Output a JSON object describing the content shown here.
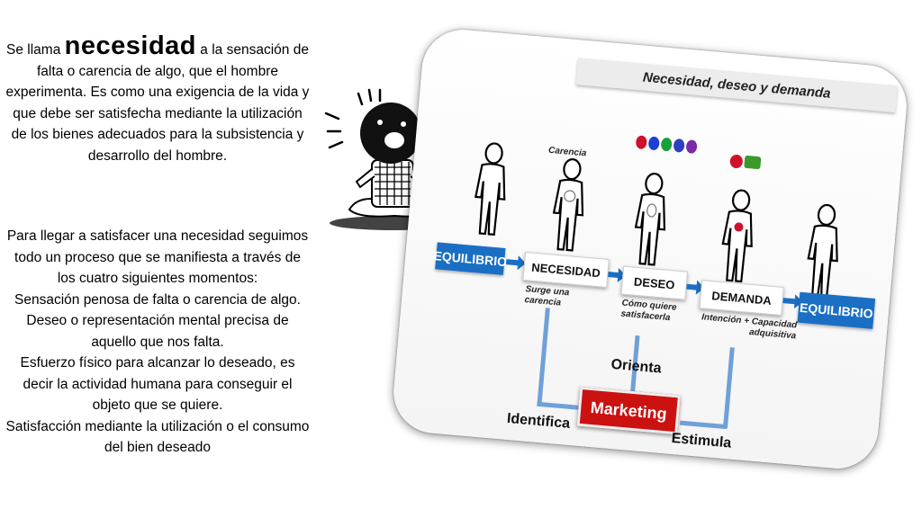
{
  "intro": {
    "prefix": "Se llama ",
    "keyword": "necesidad",
    "suffix": " a la sensación de falta o carencia de algo, que el hombre experimenta. Es como una exigencia de la vida y que debe ser satisfecha mediante la utilización de los bienes adecuados para la subsistencia y desarrollo del hombre."
  },
  "process": {
    "lead": "Para llegar a satisfacer una necesidad seguimos todo un proceso que se manifiesta a través de los cuatro siguientes momentos:",
    "moments": [
      "Sensación penosa de falta o carencia de algo.",
      "Deseo o representación mental precisa de aquello que nos falta.",
      "Esfuerzo físico para alcanzar lo deseado, es decir la actividad humana para conseguir el objeto que se quiere.",
      "Satisfacción mediante la utilización o el consumo del bien deseado"
    ]
  },
  "diagram": {
    "title": "Necesidad, deseo y demanda",
    "carencia_label": "Carencia",
    "stages": [
      "EQUILIBRIO",
      "NECESIDAD",
      "DESEO",
      "DEMANDA",
      "EQUILIBRIO"
    ],
    "captions": {
      "necesidad": "Surge una carencia",
      "deseo": "Cómo quiere satisfacerla",
      "demanda": "Intención + Capacidad adquisitiva"
    },
    "marketing": "Marketing",
    "orienta": "Orienta",
    "identifica": "Identifica",
    "estimula": "Estimula",
    "dot_colors": [
      "#d0102a",
      "#1d3fd6",
      "#18a03a",
      "#2f3fbf",
      "#7b2aa8"
    ],
    "demand_colors": [
      "#d0102a",
      "#3a9a2a"
    ],
    "accent_blue": "#1a6fc4",
    "accent_red": "#cc1111"
  }
}
